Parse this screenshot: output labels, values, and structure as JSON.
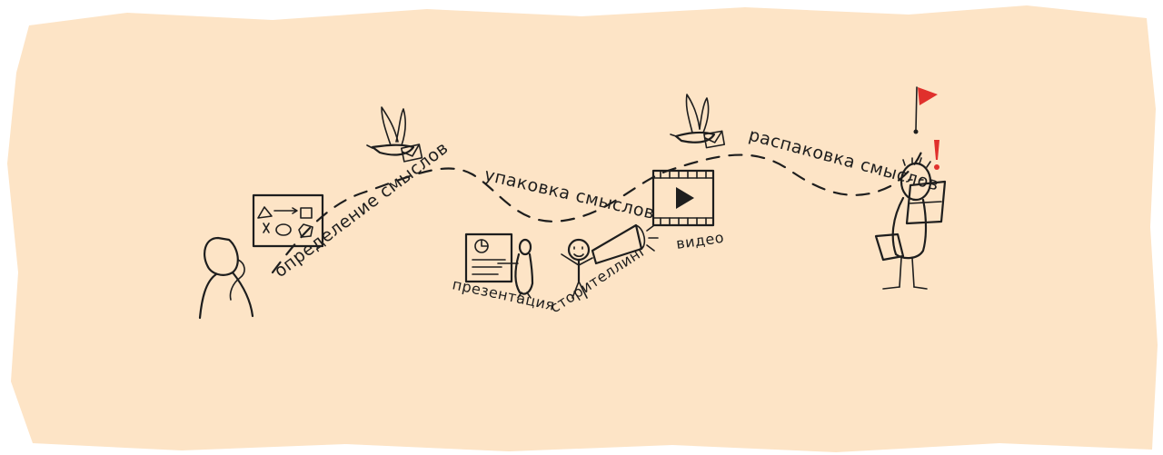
{
  "stages": {
    "definition": "определение смыслов",
    "packaging": "упаковка смыслов",
    "unpacking": "распаковка смыслов"
  },
  "tools": {
    "presentation": "презентация",
    "storytelling": "сторителлинг",
    "video": "видео"
  },
  "colors": {
    "background": "#fde4c6",
    "ink": "#1e1e1e",
    "accent": "#e0302c"
  }
}
